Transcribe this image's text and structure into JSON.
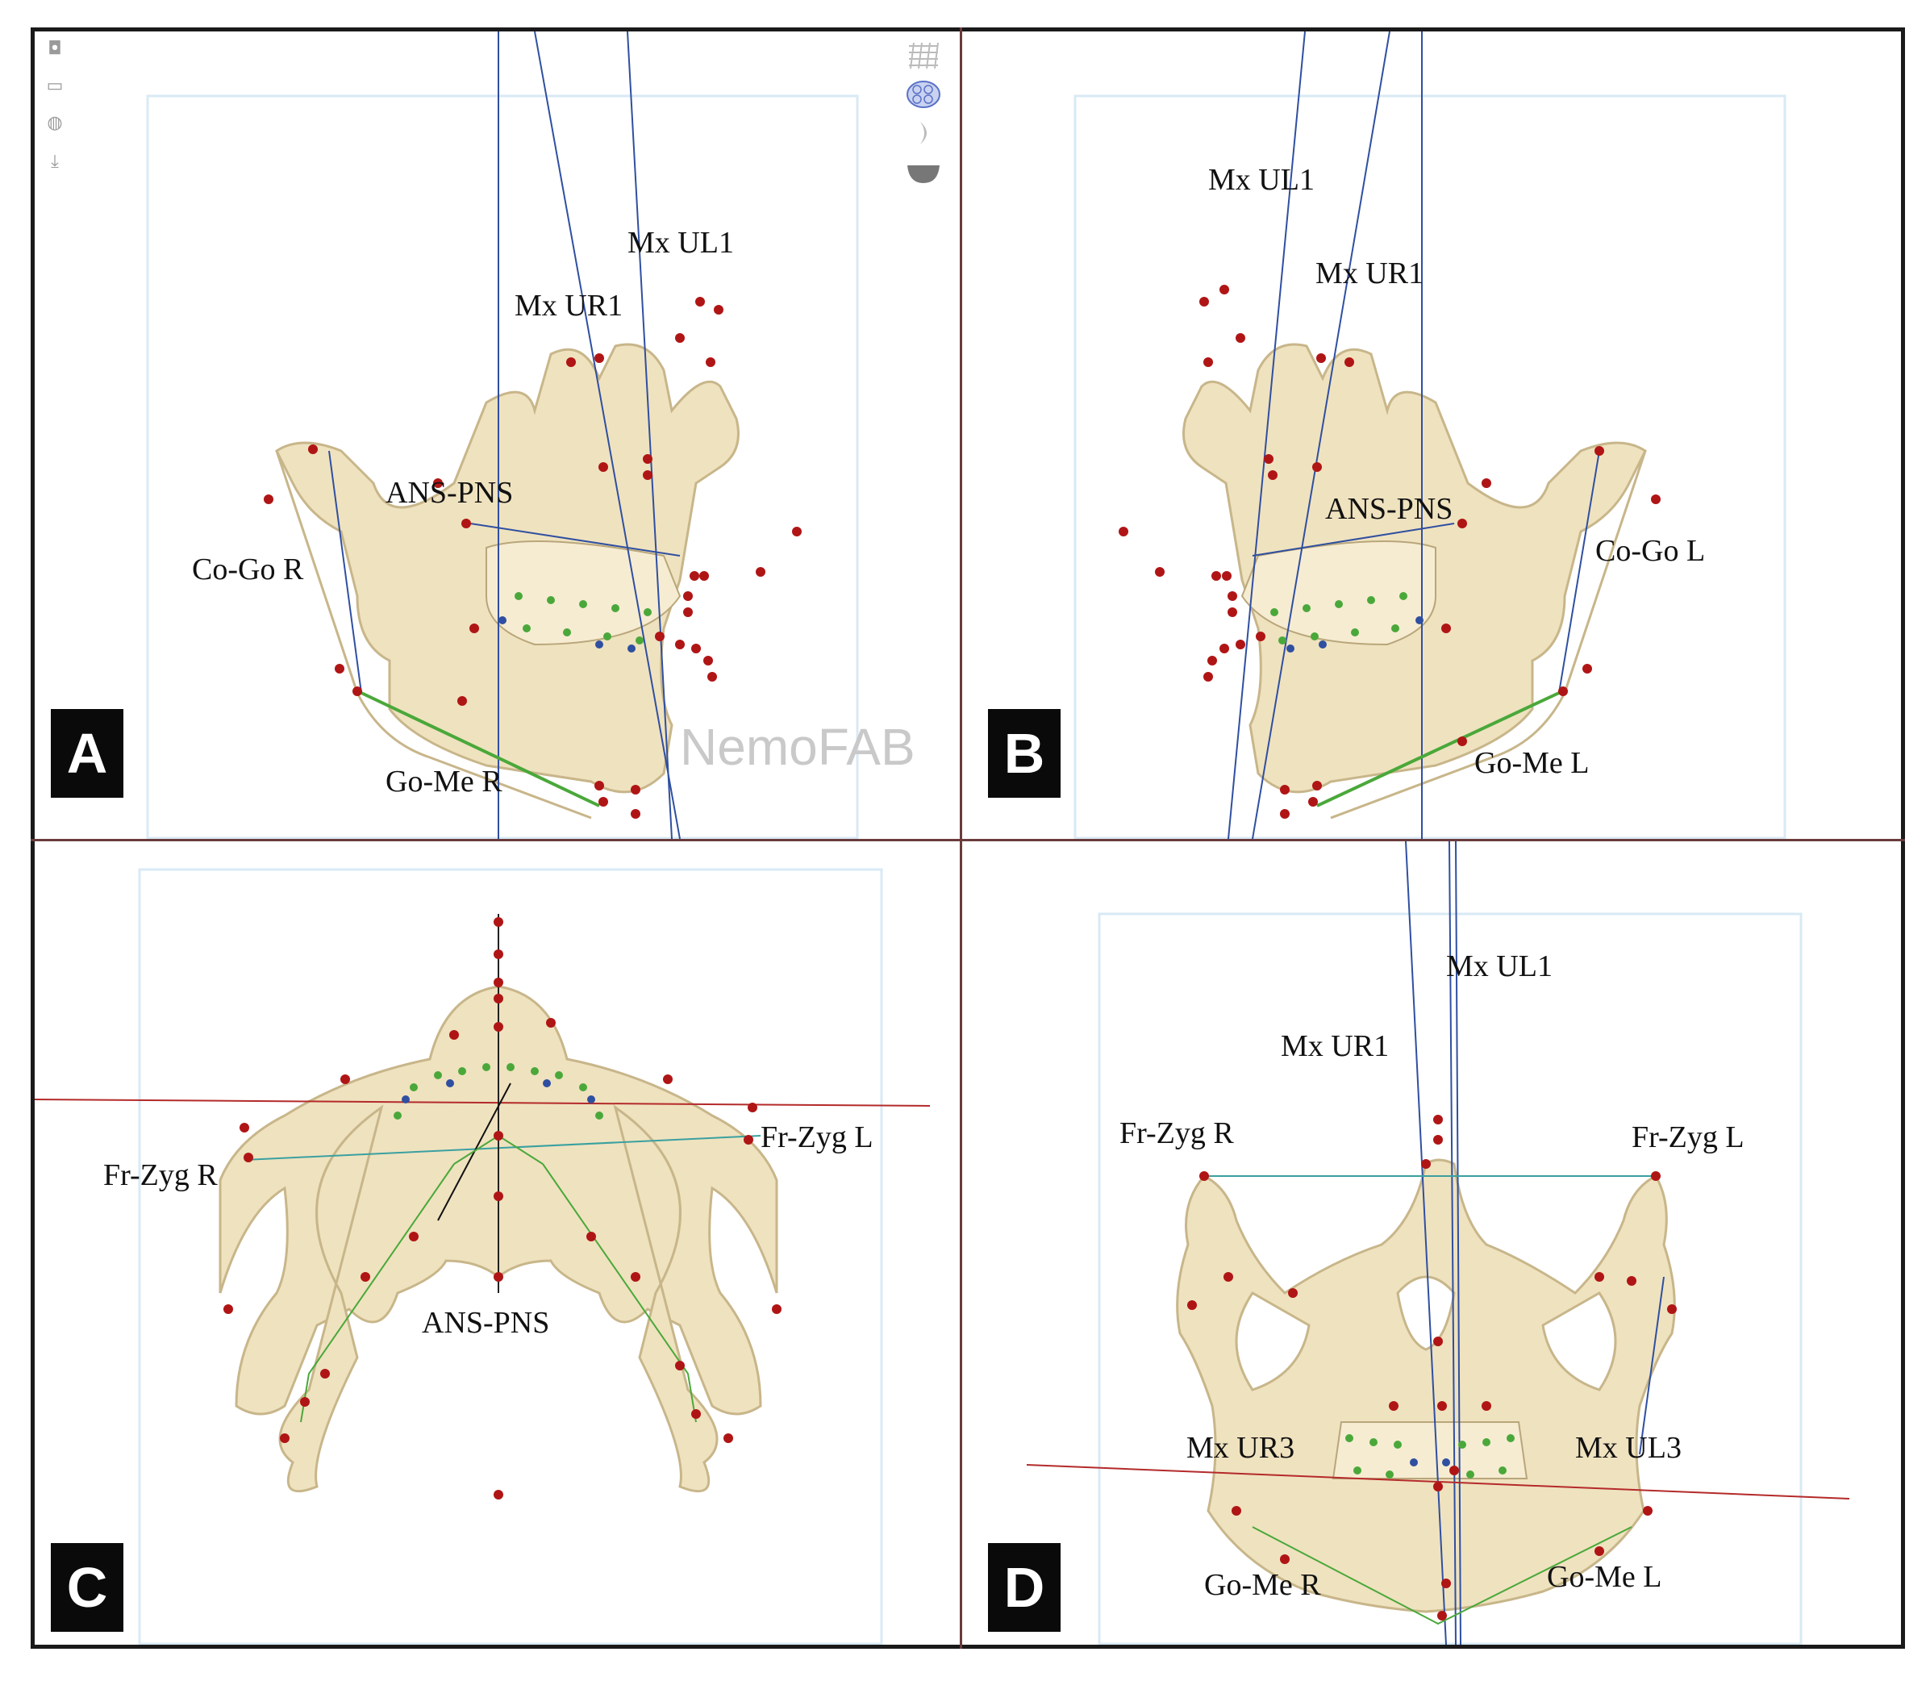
{
  "panels": {
    "a": {
      "letter": "A",
      "watermark": "NemoFAB",
      "labels": {
        "mx_ul1": "Mx UL1",
        "mx_ur1": "Mx UR1",
        "ans_pns": "ANS-PNS",
        "co_go_r": "Co-Go R",
        "go_me_r": "Go-Me R"
      }
    },
    "b": {
      "letter": "B",
      "labels": {
        "mx_ul1": "Mx UL1",
        "mx_ur1": "Mx UR1",
        "ans_pns": "ANS-PNS",
        "co_go_l": "Co-Go L",
        "go_me_l": "Go-Me L"
      }
    },
    "c": {
      "letter": "C",
      "labels": {
        "fr_zyg_r": "Fr-Zyg R",
        "fr_zyg_l": "Fr-Zyg L",
        "ans_pns": "ANS-PNS"
      }
    },
    "d": {
      "letter": "D",
      "labels": {
        "mx_ul1": "Mx UL1",
        "mx_ur1": "Mx UR1",
        "fr_zyg_r": "Fr-Zyg R",
        "fr_zyg_l": "Fr-Zyg L",
        "mx_ur3": "Mx UR3",
        "mx_ul3": "Mx UL3",
        "go_me_r": "Go-Me R",
        "go_me_l": "Go-Me L"
      }
    }
  },
  "toolbar": {
    "left_icons": [
      "camera-icon",
      "image-icon",
      "globe-icon",
      "download-icon"
    ],
    "right_icons": [
      "grid-icon",
      "mesh-icon",
      "moon-icon",
      "bowl-icon"
    ]
  },
  "colors": {
    "bone": "#efe2bf",
    "bone_edge": "#c8b68a",
    "landmark": "#b01515",
    "ref_blue": "#2f4fa0",
    "ref_green": "#4aa83a",
    "ref_red": "#b42a2a",
    "frame": "#1a1a1a"
  }
}
